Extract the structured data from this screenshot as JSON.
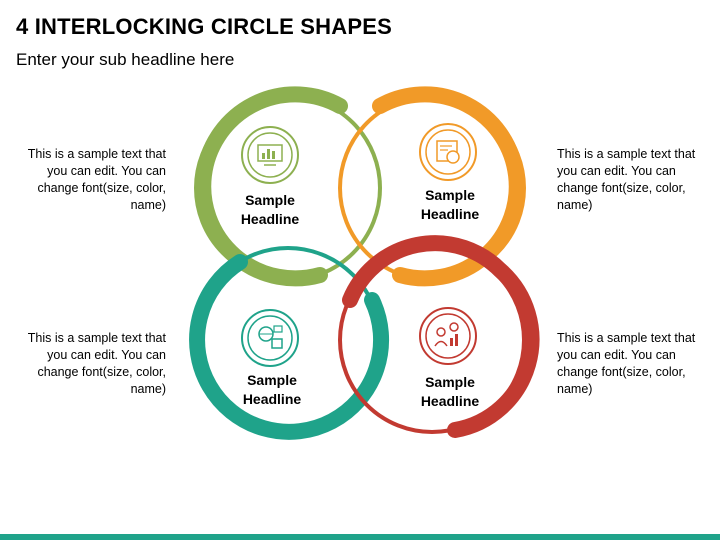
{
  "slide": {
    "title": "4 INTERLOCKING CIRCLE SHAPES",
    "subtitle": "Enter your sub headline here"
  },
  "colors": {
    "green": "#8db050",
    "orange": "#f19a28",
    "teal": "#1fa38a",
    "red": "#c23a31",
    "bar": "#1fa38a"
  },
  "circles": [
    {
      "id": "top-left",
      "color": "#8db050",
      "icon": "analytics-dashboard-icon",
      "headline_line1": "Sample",
      "headline_line2": "Headline",
      "text": "This is a sample text that you can edit. You can change font(size, color, name)"
    },
    {
      "id": "top-right",
      "color": "#f19a28",
      "icon": "finance-document-icon",
      "headline_line1": "Sample",
      "headline_line2": "Headline",
      "text": "This is a sample text that you can edit. You can change font(size, color, name)"
    },
    {
      "id": "bottom-left",
      "color": "#1fa38a",
      "icon": "global-data-network-icon",
      "headline_line1": "Sample",
      "headline_line2": "Headline",
      "text": "This is a sample text that you can edit. You can change font(size, color, name)"
    },
    {
      "id": "bottom-right",
      "color": "#c23a31",
      "icon": "business-growth-settings-icon",
      "headline_line1": "Sample",
      "headline_line2": "Headline",
      "text": "This is a sample text that you can edit. You can change font(size, color, name)"
    }
  ]
}
